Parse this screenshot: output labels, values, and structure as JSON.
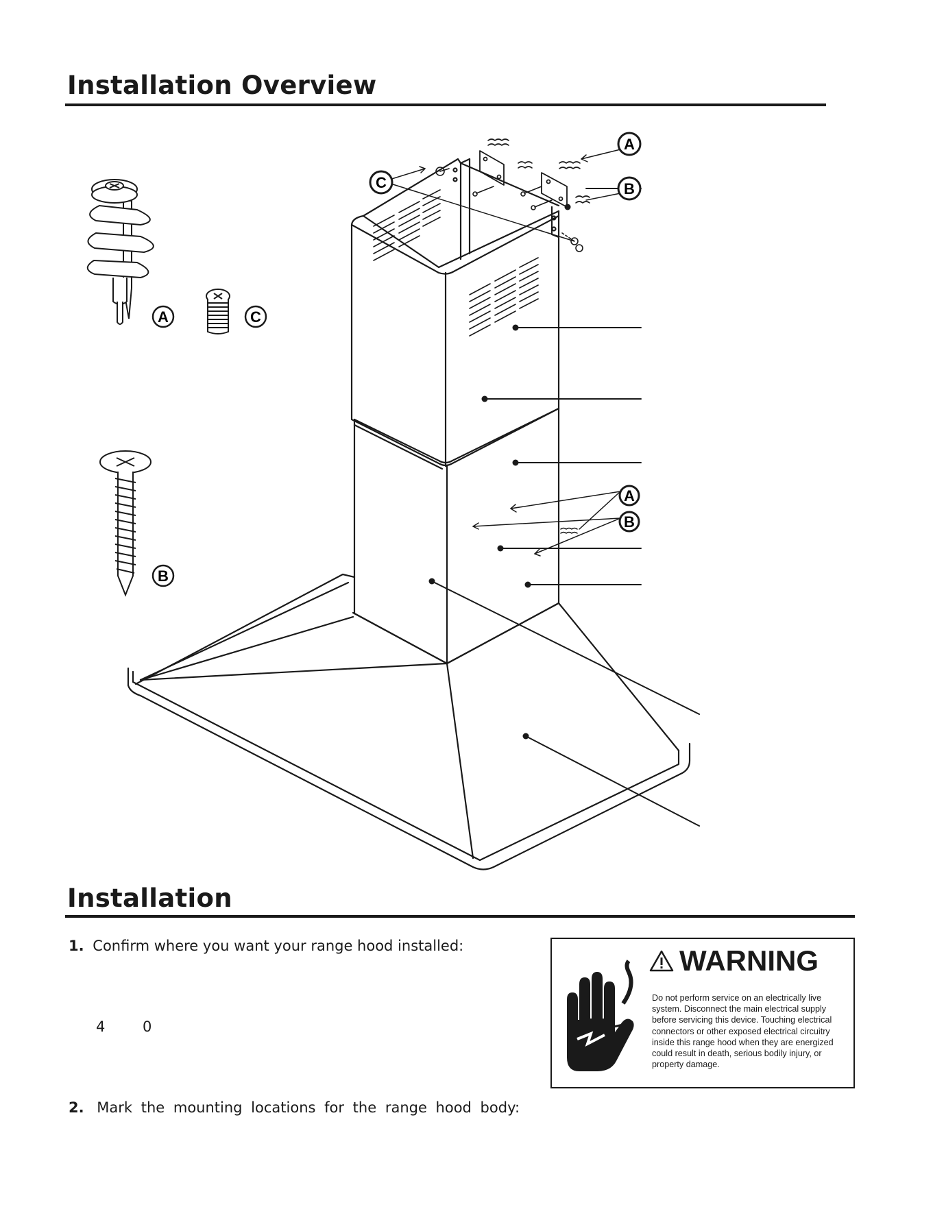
{
  "overview": {
    "title": "Installation Overview"
  },
  "diagram": {
    "callouts": [
      {
        "letter": "A"
      },
      {
        "letter": "B"
      },
      {
        "letter": "C"
      }
    ],
    "parts_legend": [
      {
        "letter": "A",
        "icon": "drywall-anchor-icon"
      },
      {
        "letter": "C",
        "icon": "machine-screw-icon"
      },
      {
        "letter": "B",
        "icon": "wood-screw-icon"
      }
    ]
  },
  "installation": {
    "title": "Installation",
    "steps": [
      {
        "number": "1.",
        "text": "Confirm where you want your range hood installed:"
      },
      {
        "number": "2.",
        "text": "Mark the mounting locations for the range hood body:"
      }
    ],
    "stray_chars": [
      "4",
      "0"
    ]
  },
  "warning": {
    "title": "WARNING",
    "icon": "warning-triangle-icon",
    "image": "electric-shock-hand-icon",
    "text": "Do not perform service on an electrically live system.  Disconnect the main electrical supply before servicing this device. Touching electrical connectors or other exposed electrical circuitry inside this range hood when they are energized could result in death, serious bodily injury, or property damage."
  }
}
